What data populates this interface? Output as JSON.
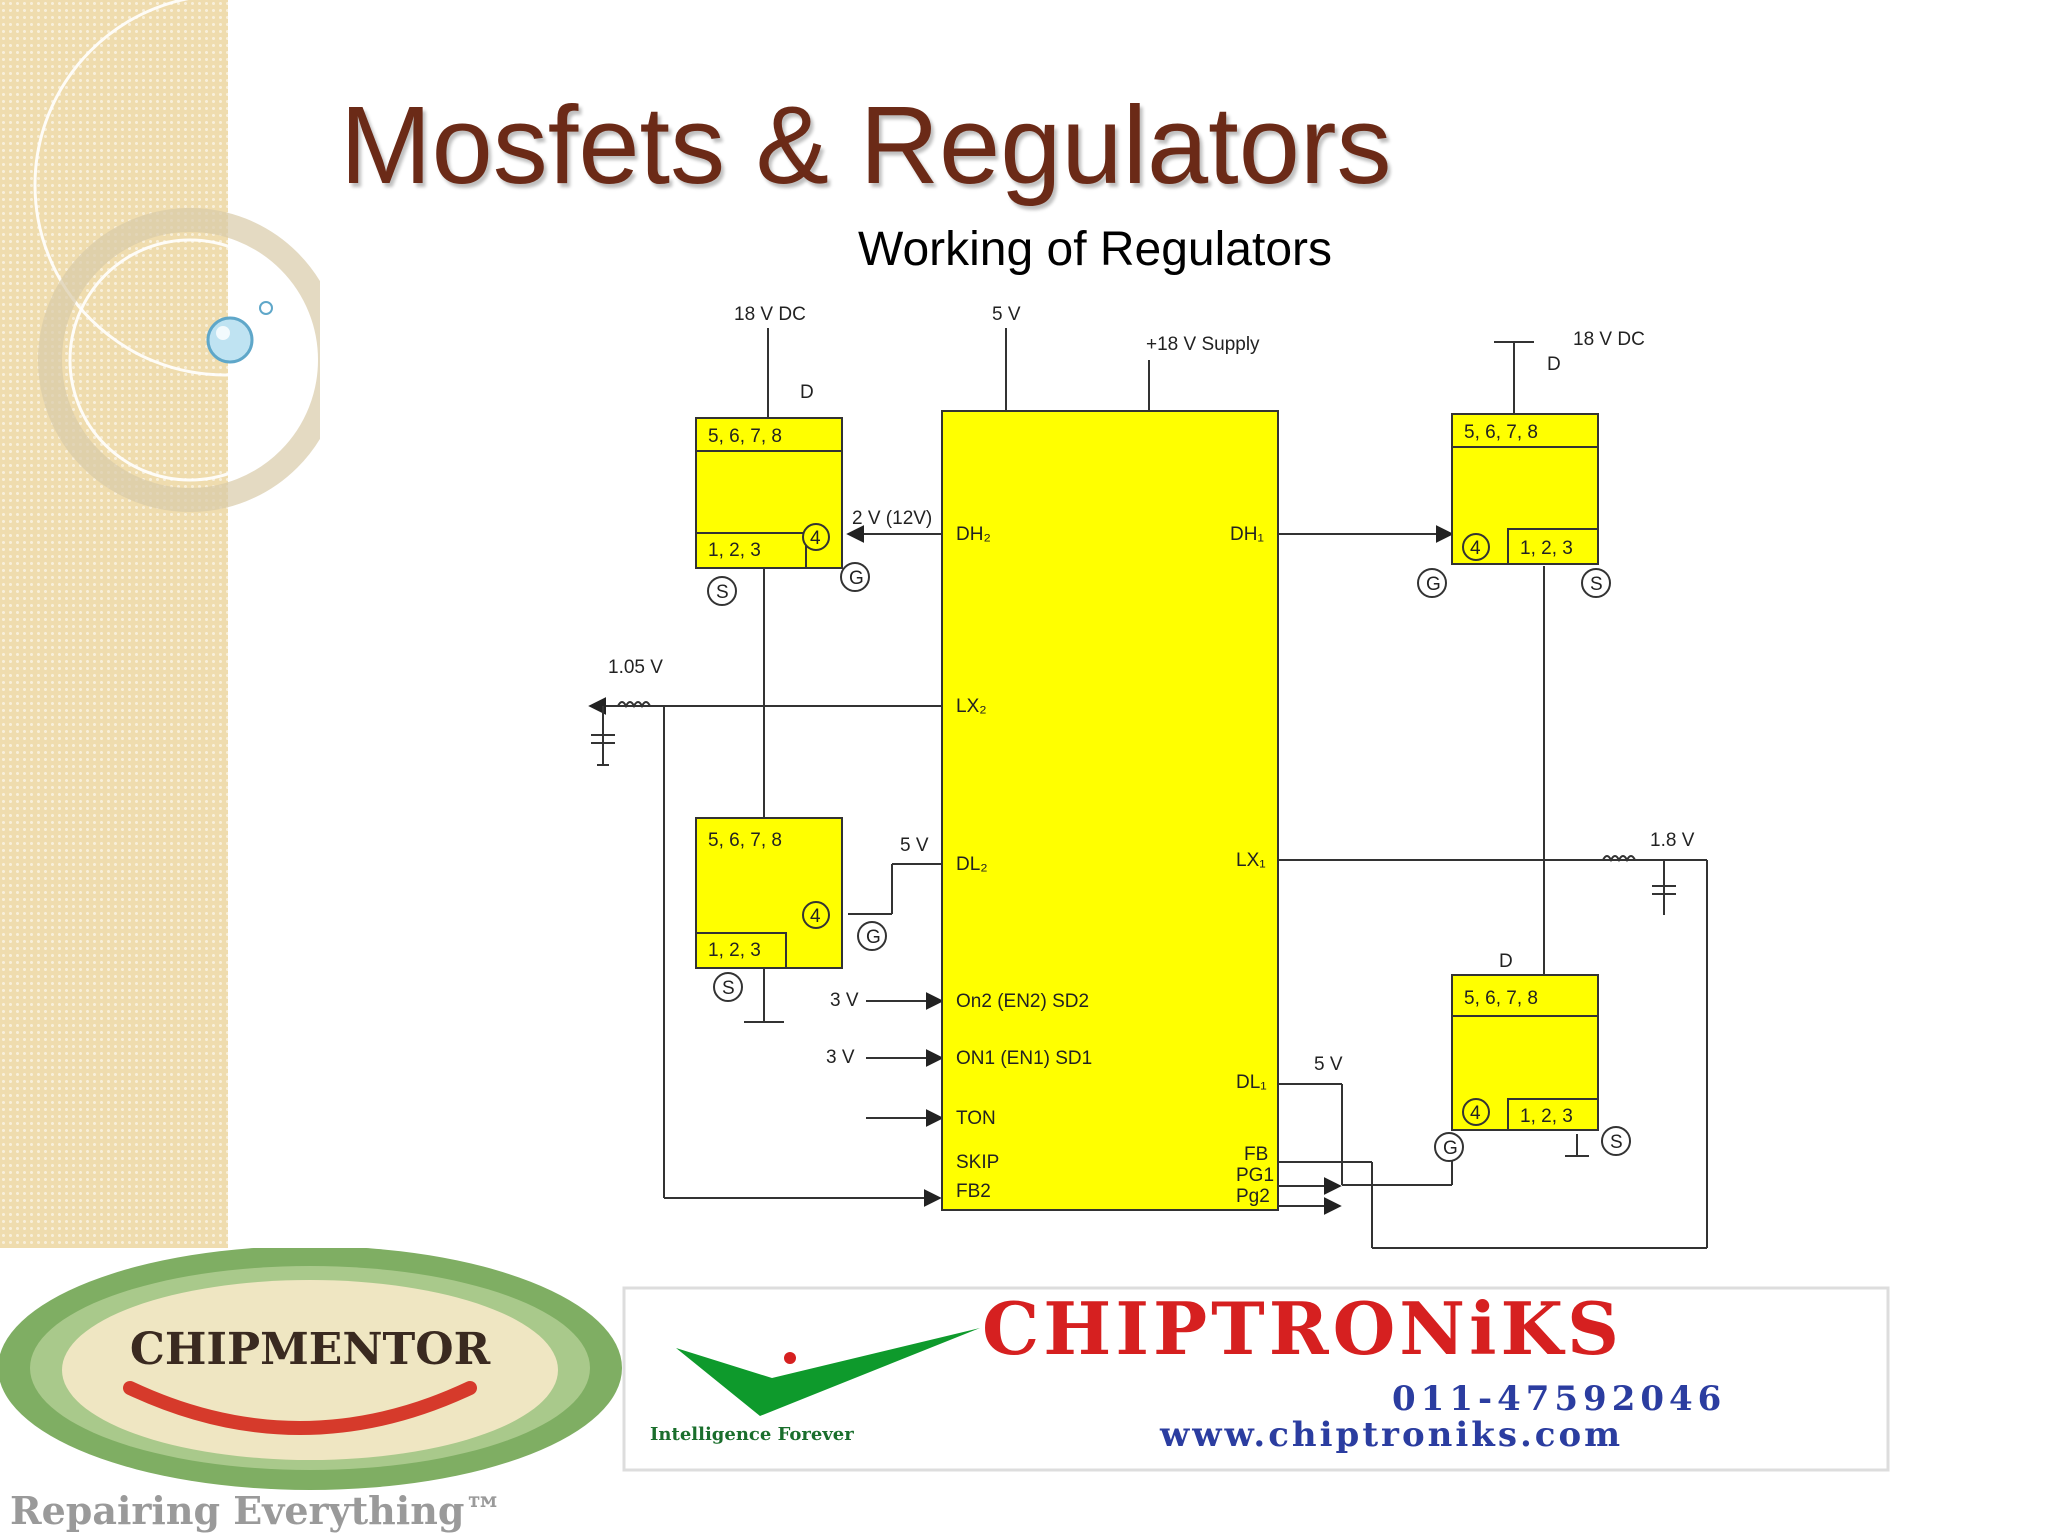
{
  "slide": {
    "title": "Mosfets & Regulators",
    "subtitle": "Working of Regulators"
  },
  "diagram": {
    "top_labels": {
      "mosfet_a_supply": "18 V DC",
      "ic_5v": "5 V",
      "ic_supply": "+18 V Supply",
      "mosfet_c_supply": "18 V DC"
    },
    "pins": {
      "drain_pins": "5,  6,  7,  8",
      "source_pins": "1,  2,  3",
      "gate_pin": "4",
      "drain": "D",
      "source": "S",
      "gate": "G"
    },
    "signals": {
      "gate_drive_a": "2 V (12V)",
      "out_voltage_left": "1.05 V",
      "out_voltage_right": "1.8 V",
      "low_drive_left": "5 V",
      "low_drive_right": "5 V",
      "on2_input": "3 V",
      "on1_input": "3 V"
    },
    "ic_pins": {
      "dh2": "DH₂",
      "lx2": "LX₂",
      "dl2": "DL₂",
      "on2": "On2 (EN2) SD2",
      "on1": "ON1 (EN1) SD1",
      "ton": "TON",
      "skip": "SKIP",
      "fb2": "FB2",
      "dh1": "DH₁",
      "lx1": "LX₁",
      "dl1": "DL₁",
      "fb": "FB",
      "pg1": "PG1",
      "pg2": "Pg2"
    },
    "colors": {
      "ic_fill": "#ffff00",
      "mosfet_fill": "#ffff00",
      "wire": "#333333"
    }
  },
  "footer": {
    "left_logo_name": "CHIPMENTOR",
    "left_tagline": "Repairing Everything™",
    "right_logo_name": "CHIPTRONiKS",
    "right_tagline": "Intelligence Forever",
    "phone": "011-47592046",
    "website": "www.chiptroniks.com"
  }
}
